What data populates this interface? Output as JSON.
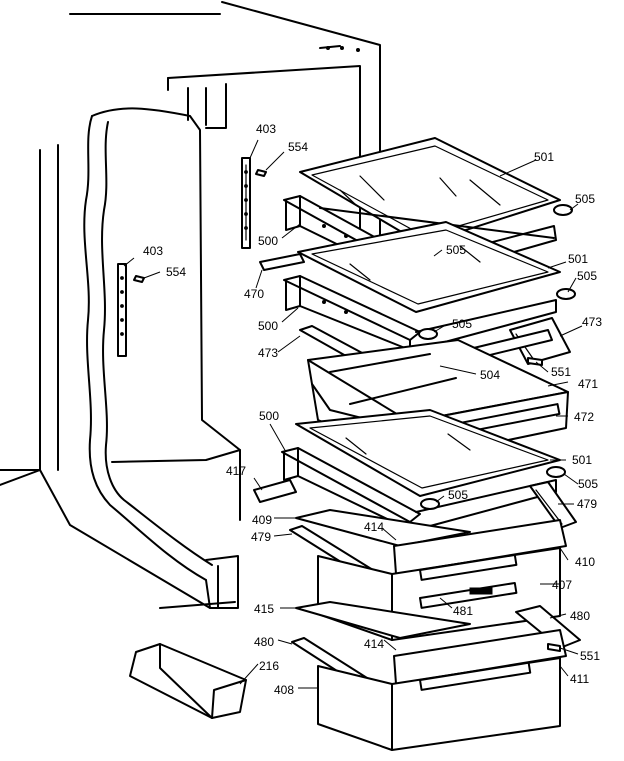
{
  "callouts": [
    {
      "id": "c403a",
      "label": "403"
    },
    {
      "id": "c554a",
      "label": "554"
    },
    {
      "id": "c403b",
      "label": "403"
    },
    {
      "id": "c554b",
      "label": "554"
    },
    {
      "id": "c501a",
      "label": "501"
    },
    {
      "id": "c505a",
      "label": "505"
    },
    {
      "id": "c500a",
      "label": "500"
    },
    {
      "id": "c505b",
      "label": "505"
    },
    {
      "id": "c501b",
      "label": "501"
    },
    {
      "id": "c470",
      "label": "470"
    },
    {
      "id": "c505c",
      "label": "505"
    },
    {
      "id": "c473a",
      "label": "473"
    },
    {
      "id": "c500b",
      "label": "500"
    },
    {
      "id": "c505d",
      "label": "505"
    },
    {
      "id": "c473b",
      "label": "473"
    },
    {
      "id": "c504",
      "label": "504"
    },
    {
      "id": "c551a",
      "label": "551"
    },
    {
      "id": "c471",
      "label": "471"
    },
    {
      "id": "c472",
      "label": "472"
    },
    {
      "id": "c500c",
      "label": "500"
    },
    {
      "id": "c501c",
      "label": "501"
    },
    {
      "id": "c417",
      "label": "417"
    },
    {
      "id": "c505e",
      "label": "505"
    },
    {
      "id": "c505f",
      "label": "505"
    },
    {
      "id": "c479a",
      "label": "479"
    },
    {
      "id": "c409",
      "label": "409"
    },
    {
      "id": "c414a",
      "label": "414"
    },
    {
      "id": "c479b",
      "label": "479"
    },
    {
      "id": "c410",
      "label": "410"
    },
    {
      "id": "c407",
      "label": "407"
    },
    {
      "id": "c481",
      "label": "481"
    },
    {
      "id": "c415",
      "label": "415"
    },
    {
      "id": "c480a",
      "label": "480"
    },
    {
      "id": "c480b",
      "label": "480"
    },
    {
      "id": "c414b",
      "label": "414"
    },
    {
      "id": "c551b",
      "label": "551"
    },
    {
      "id": "c216",
      "label": "216"
    },
    {
      "id": "c411",
      "label": "411"
    },
    {
      "id": "c408",
      "label": "408"
    }
  ]
}
